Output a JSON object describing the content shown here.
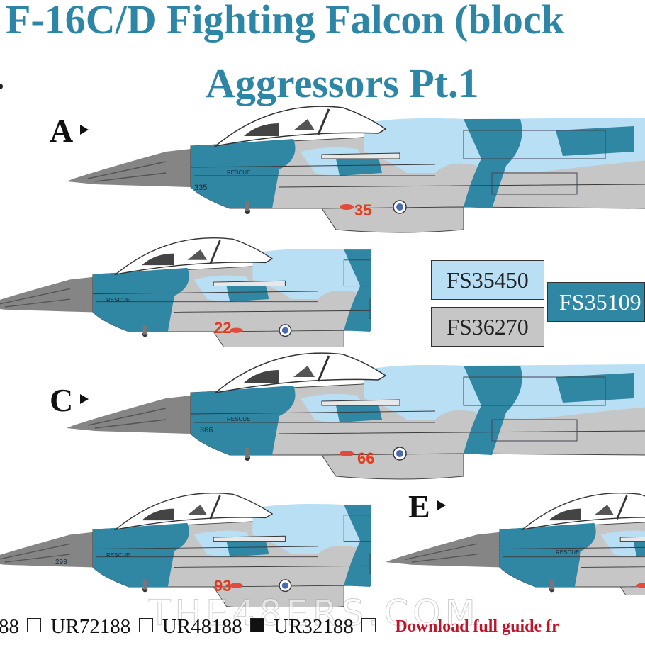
{
  "title": {
    "line1": "F-16C/D Fighting Falcon (block",
    "line2": "Aggressors Pt.1"
  },
  "profiles": [
    {
      "label": "A",
      "side_number": "35",
      "tail_code": "335"
    },
    {
      "label": "",
      "side_number": "22",
      "tail_code": ""
    },
    {
      "label": "C",
      "side_number": "66",
      "tail_code": "366"
    },
    {
      "label": "",
      "side_number": "93",
      "tail_code": "293"
    },
    {
      "label": "E",
      "side_number": "",
      "tail_code": ""
    }
  ],
  "markings": {
    "rescue": "RESCUE"
  },
  "colors": {
    "fs35450": {
      "code": "FS35450",
      "hex": "#b9dff5"
    },
    "fs36270": {
      "code": "FS36270",
      "hex": "#c6c6c6"
    },
    "fs35109": {
      "code": "FS35109",
      "hex": "#2f87a4"
    },
    "title": "#2e86a6",
    "side_number": "#e63a1c"
  },
  "footer": {
    "item1": "88",
    "item2": "UR72188",
    "item3": "UR48188",
    "item4": "UR32188",
    "download": "Download full guide fr"
  },
  "watermark": "THE48ERS.COM"
}
